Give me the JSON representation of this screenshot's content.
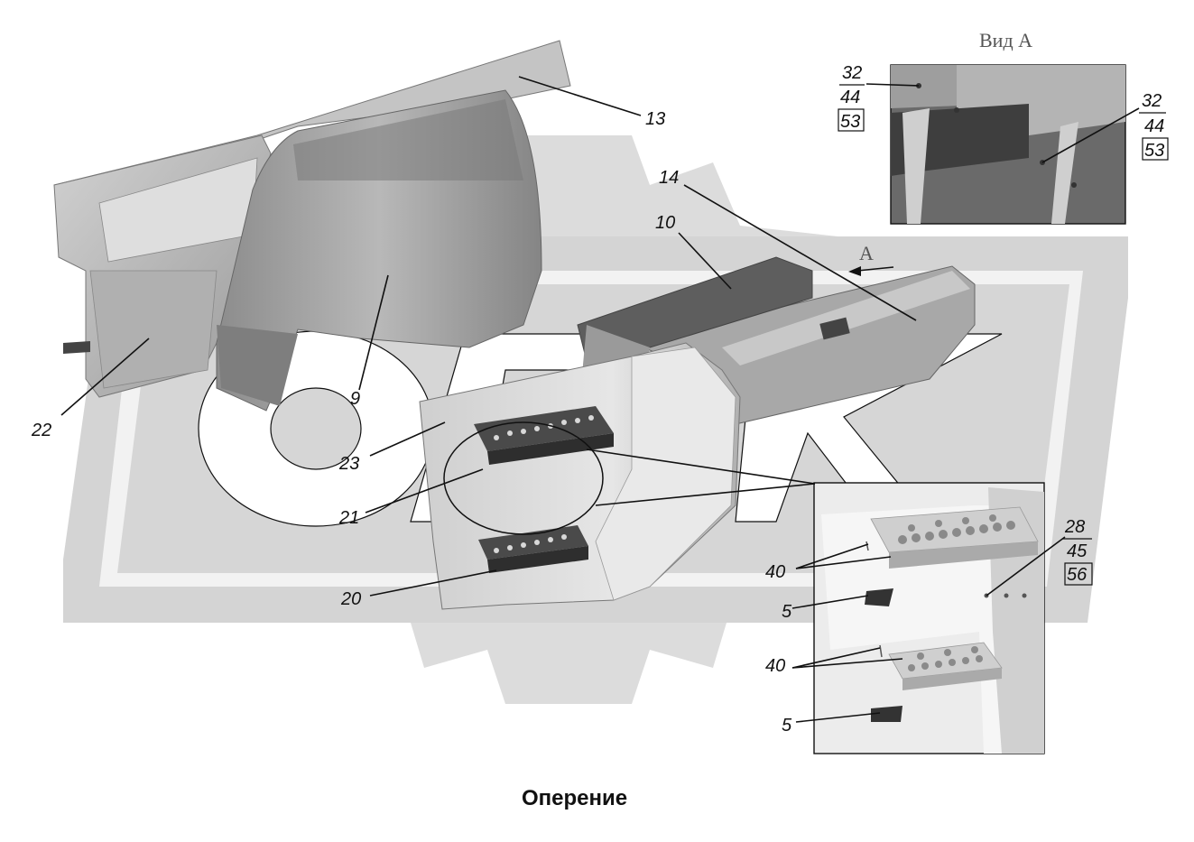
{
  "title": "Оперение",
  "view_label": "Вид А",
  "arrow_label": "А",
  "callouts": {
    "c13": "13",
    "c14": "14",
    "c10": "10",
    "c9": "9",
    "c22": "22",
    "c23": "23",
    "c21": "21",
    "c20": "20"
  },
  "view_a_callouts": {
    "left": [
      "32",
      "44",
      "53"
    ],
    "right": [
      "32",
      "44",
      "53"
    ]
  },
  "detail_callouts": {
    "top_right": [
      "28",
      "45",
      "56"
    ],
    "c40_top": "40",
    "c5_top": "5",
    "c40_bottom": "40",
    "c5_bottom": "5"
  }
}
